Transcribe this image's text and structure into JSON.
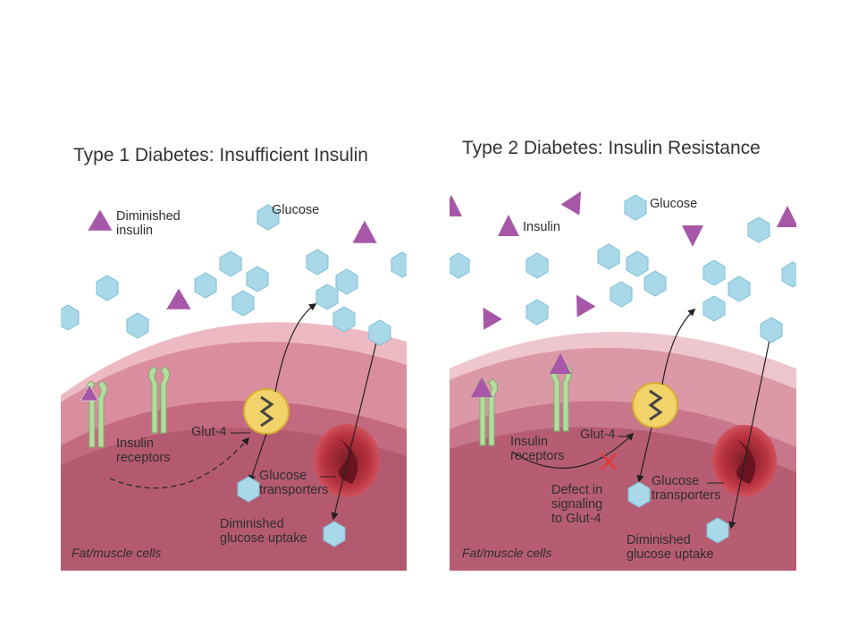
{
  "colors": {
    "glucose": "#a9d8e8",
    "insulin": "#a657a8",
    "membrane": "#e7a3b0",
    "cytoplasm": "#b7566d",
    "receptor": "#b5dca0",
    "glut4": "#f2d36a",
    "red_cell": "#b8333f",
    "block_x": "#e53935"
  },
  "panels": [
    {
      "title": "Type 1 Diabetes: Insufficient Insulin",
      "labels": {
        "insulin": "Diminished insulin",
        "insulin_line1": "Diminished",
        "insulin_line2": "insulin",
        "glucose": "Glucose",
        "receptors_line1": "Insulin",
        "receptors_line2": "receptors",
        "glut4": "Glut-4",
        "transporters_line1": "Glucose",
        "transporters_line2": "transporters",
        "uptake_line1": "Diminished",
        "uptake_line2": "glucose uptake",
        "cells": "Fat/muscle cells"
      }
    },
    {
      "title": "Type 2 Diabetes: Insulin Resistance",
      "labels": {
        "insulin": "Insulin",
        "glucose": "Glucose",
        "receptors_line1": "Insulin",
        "receptors_line2": "receptors",
        "glut4": "Glut-4",
        "defect_line1": "Defect in",
        "defect_line2": "signaling",
        "defect_line3": "to Glut-4",
        "transporters_line1": "Glucose",
        "transporters_line2": "transporters",
        "uptake_line1": "Diminished",
        "uptake_line2": "glucose uptake",
        "cells": "Fat/muscle cells"
      }
    }
  ]
}
